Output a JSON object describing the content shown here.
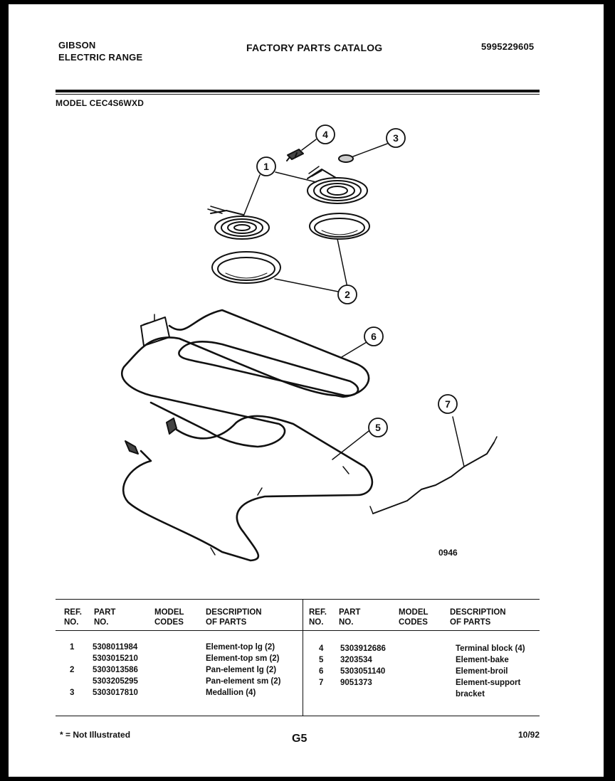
{
  "header": {
    "brand": "GIBSON",
    "product": "ELECTRIC RANGE",
    "title": "FACTORY PARTS CATALOG",
    "catalog_no": "5995229605",
    "model_label": "MODEL CEC4S6WXD"
  },
  "diagram": {
    "callouts": [
      "1",
      "2",
      "3",
      "4",
      "5",
      "6",
      "7"
    ],
    "figure_code": "0946"
  },
  "table": {
    "headers_left": {
      "ref": "REF.\nNO.",
      "part": "PART\nNO.",
      "model": "MODEL\nCODES",
      "desc": "DESCRIPTION\nOF PARTS"
    },
    "headers_right": {
      "ref": "REF.\nNO.",
      "part": "PART\nNO.",
      "model": "MODEL\nCODES",
      "desc": "DESCRIPTION\nOF PARTS"
    },
    "left_rows": [
      {
        "ref": "1",
        "part": "5308011984",
        "desc": "Element-top lg (2)"
      },
      {
        "ref": "",
        "part": "5303015210",
        "desc": "Element-top sm (2)"
      },
      {
        "ref": "2",
        "part": "5303013586",
        "desc": "Pan-element lg (2)"
      },
      {
        "ref": "",
        "part": "5303205295",
        "desc": "Pan-element sm (2)"
      },
      {
        "ref": "3",
        "part": "5303017810",
        "desc": "Medallion (4)"
      }
    ],
    "right_rows": [
      {
        "ref": "4",
        "part": "5303912686",
        "desc": "Terminal block (4)"
      },
      {
        "ref": "5",
        "part": "3203534",
        "desc": "Element-bake"
      },
      {
        "ref": "6",
        "part": "5303051140",
        "desc": "Element-broil"
      },
      {
        "ref": "7",
        "part": "9051373",
        "desc": "Element-support"
      },
      {
        "ref": "",
        "part": "",
        "desc": "bracket"
      }
    ]
  },
  "footer": {
    "note": "* = Not Illustrated",
    "page": "G5",
    "date": "10/92"
  }
}
